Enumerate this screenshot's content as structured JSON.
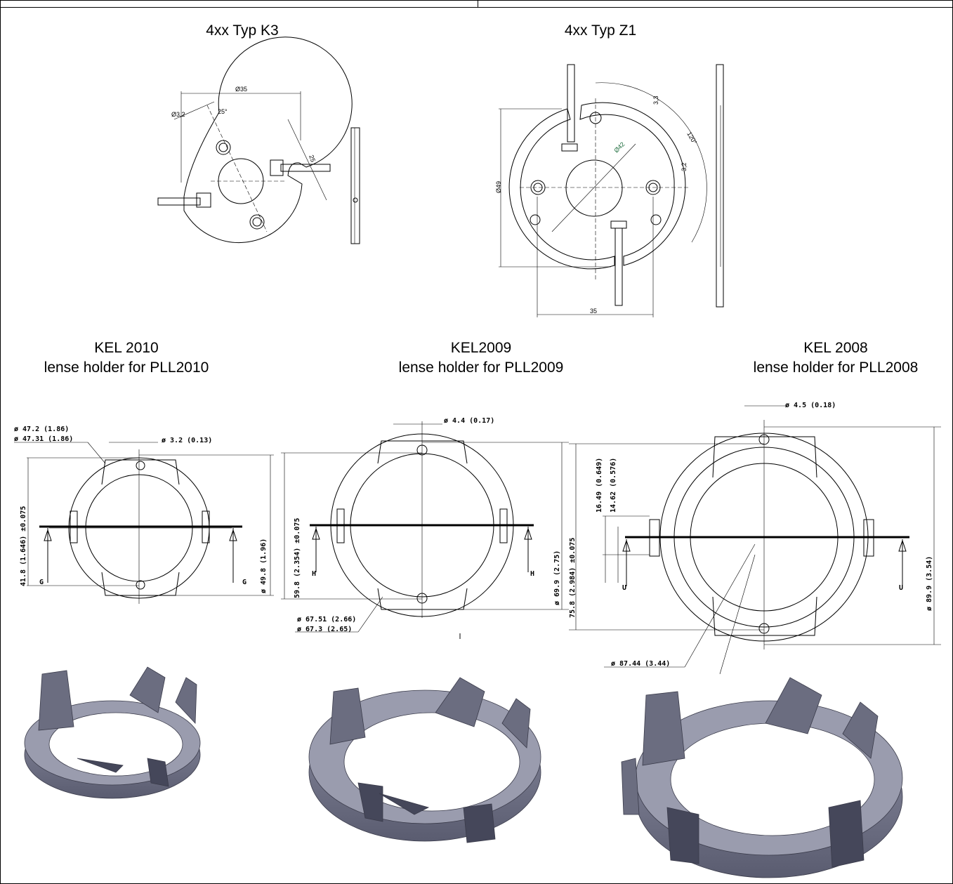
{
  "top_left_title": "4xx Typ K3",
  "top_right_title": "4xx Typ Z1",
  "k3_dims": {
    "d35": "Ø35",
    "d32": "Ø3,2",
    "a25": "25°",
    "l25": "25"
  },
  "z1_dims": {
    "d49": "Ø49",
    "d42": "Ø42",
    "a120": "120°",
    "l33": "3,3",
    "l32": "3,2",
    "l35": "35"
  },
  "kel2010": {
    "title": "KEL 2010",
    "subtitle": "lense holder for PLL2010",
    "dims": {
      "d1": "ø 47.2 (1.86)",
      "d2": "ø 47.31 (1.86)",
      "d3": "ø 3.2 (0.13)",
      "h1": "41.8 (1.646) ±0.075",
      "h2": "ø 49.8 (1.96)",
      "sec": "G"
    }
  },
  "kel2009": {
    "title": "KEL2009",
    "subtitle": "lense holder for PLL2009",
    "dims": {
      "d1": "ø 4.4 (0.17)",
      "h1": "59.8 (2.354) ±0.075",
      "h2": "ø 69.9 (2.75)",
      "d2": "ø 67.51 (2.66)",
      "d3": "ø 67.3 (2.65)",
      "sec": "H"
    }
  },
  "kel2008": {
    "title": "KEL 2008",
    "subtitle": "lense holder for PLL2008",
    "dims": {
      "d1": "ø 4.5 (0.18)",
      "h1": "16.49 (0.649)",
      "h2": "14.62 (0.576)",
      "h3": "75.8 (2.984) ±0.075",
      "h4": "ø 89.9 (3.54)",
      "d2": "ø 87.44 (3.44)",
      "sec": "U"
    }
  },
  "colors": {
    "render": "#6b6d80",
    "render_light": "#9a9cae",
    "render_dark": "#45475a"
  }
}
